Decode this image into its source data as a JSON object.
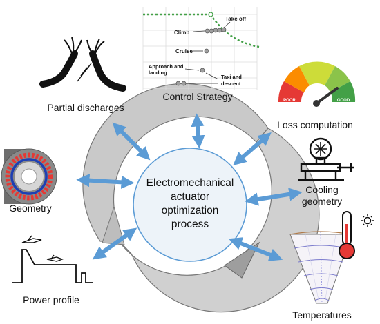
{
  "center": {
    "line1": "Electromechanical",
    "line2": "actuator",
    "line3": "optimization",
    "line4": "process"
  },
  "modules": {
    "control_strategy": {
      "label": "Control Strategy",
      "phases": {
        "take_off": "Take off",
        "climb": "Climb",
        "cruise": "Cruise",
        "approach_line1": "Approach and",
        "approach_line2": "landing",
        "taxi_line1": "Taxi and",
        "taxi_line2": "descent"
      }
    },
    "partial_discharges": {
      "label": "Partial discharges"
    },
    "loss_computation": {
      "label": "Loss computation",
      "gauge_poor": "POOR",
      "gauge_good": "GOOD"
    },
    "cooling_geometry": {
      "line1": "Cooling",
      "line2": "geometry"
    },
    "geometry": {
      "label": "Geometry"
    },
    "power_profile": {
      "label": "Power profile"
    },
    "temperatures": {
      "label": "Temperatures"
    }
  },
  "colors": {
    "arrow_blue": "#5b9bd5",
    "cycle_gray": "#c8c8c8",
    "center_fill": "#edf3f9",
    "center_stroke": "#5b9bd5",
    "graph_green": "#43a047",
    "gauge_red": "#e53935",
    "gauge_orange": "#fb8c00",
    "gauge_yellow": "#cddc39",
    "gauge_green": "#43a047"
  }
}
